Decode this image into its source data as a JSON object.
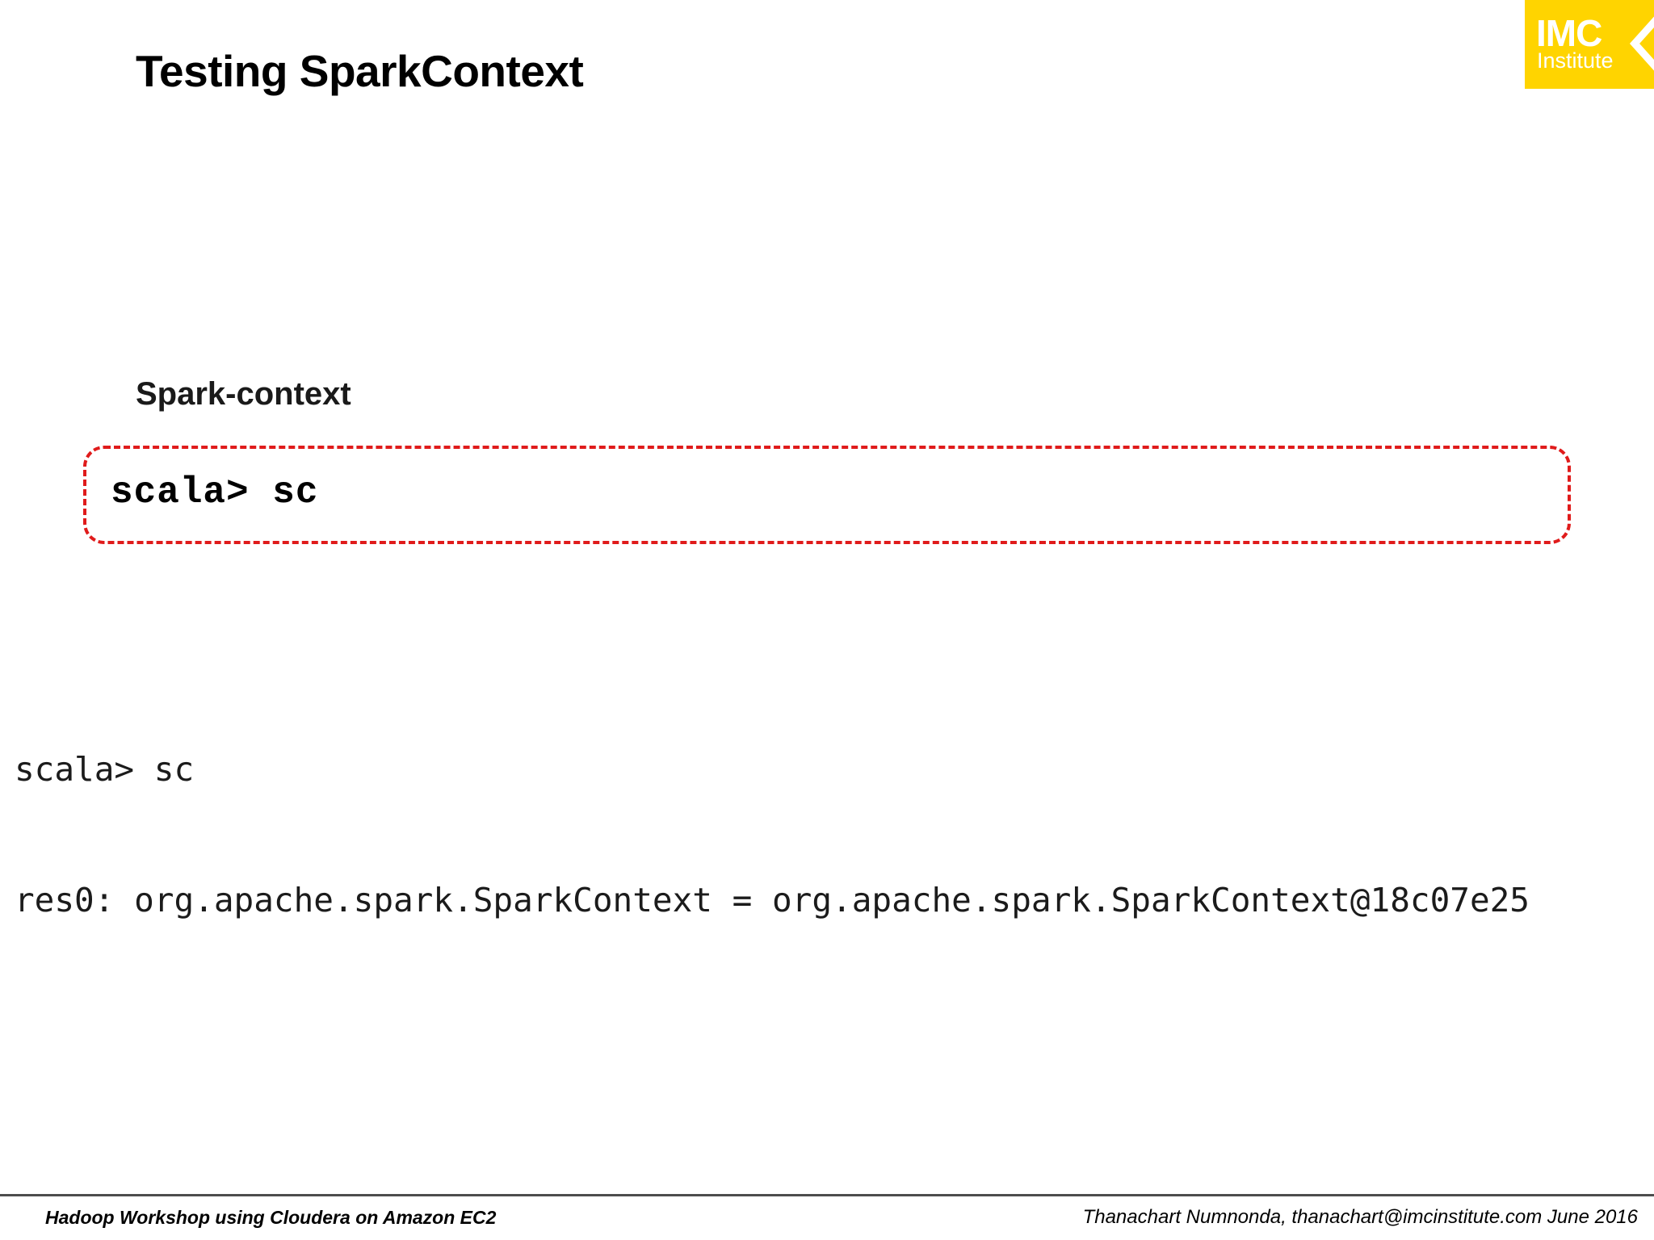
{
  "slide": {
    "title": "Testing SparkContext",
    "sub_heading": "Spark-context"
  },
  "logo": {
    "name": "imc-institute-logo",
    "primary_text": "IMC",
    "secondary_text": "Institute",
    "background_color": "#FFD400",
    "text_color": "#FFFFFF",
    "icon": "chevron-left-icon"
  },
  "command_box": {
    "command": "scala> sc",
    "border_color": "#E01B1B",
    "border_style": "dashed"
  },
  "terminal": {
    "lines": [
      "scala> sc",
      "res0: org.apache.spark.SparkContext = org.apache.spark.SparkContext@18c07e25"
    ]
  },
  "footer": {
    "left": "Hadoop Workshop using Cloudera on Amazon EC2",
    "right": "Thanachart Numnonda,  thanachart@imcinstitute.com  June 2016"
  }
}
